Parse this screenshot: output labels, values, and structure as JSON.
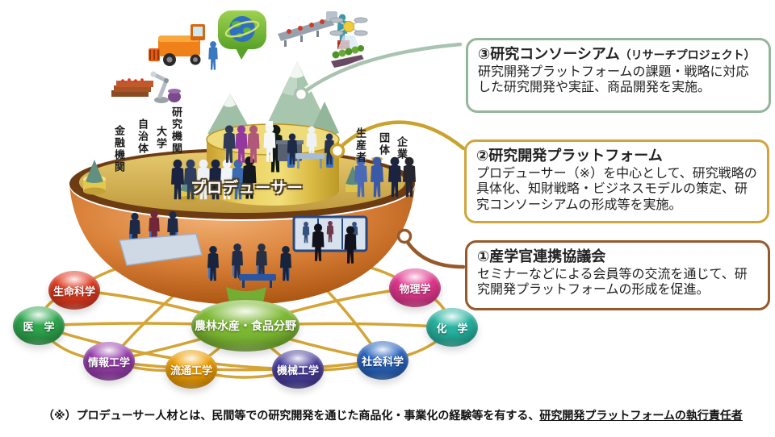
{
  "callouts": [
    {
      "number_title": "③研究コンソーシアム",
      "title_suffix": "（リサーチプロジェクト）",
      "body": "研究開発プラットフォームの課題・戦略に対応した研究開発や実証、商品開発を実施。",
      "border_color": "#94b69c"
    },
    {
      "number_title": "②研究開発プラットフォーム",
      "title_suffix": "",
      "body": "プロデューサー（※）を中心として、研究戦略の具体化、知財戦略・ビジネスモデルの策定、研究コンソーシアムの形成等を実施。",
      "border_color": "#cfa63c"
    },
    {
      "number_title": "①産学官連携協議会",
      "title_suffix": "",
      "body": "セミナーなどによる会員等の交流を通じて、研究開発プラットフォームの形成を促進。",
      "border_color": "#96592c"
    }
  ],
  "actors": {
    "left": [
      "金融機関",
      "自治体",
      "大学",
      "研究機関"
    ],
    "right": [
      "生産者",
      "団体",
      "企業"
    ]
  },
  "producer_label": "プロデューサー",
  "fields": {
    "center": {
      "label": "農林水産・食品分野",
      "color": "#7cb832"
    },
    "satellites": [
      {
        "label": "生命科学",
        "color": "#e23a20"
      },
      {
        "label": "医　学",
        "color": "#2fa84f"
      },
      {
        "label": "情報工学",
        "color": "#993fae"
      },
      {
        "label": "流通工学",
        "color": "#f09e00"
      },
      {
        "label": "機械工学",
        "color": "#4a3f9e"
      },
      {
        "label": "社会科学",
        "color": "#2a65c0"
      },
      {
        "label": "化　学",
        "color": "#27b5a2"
      },
      {
        "label": "物理学",
        "color": "#e4388f"
      }
    ]
  },
  "footnote": {
    "text": "（※）プロデューサー人材とは、民間等での研究開発を通じた商品化・事業化の経験等を有する、",
    "underlined": "研究開発プラットフォームの執行責任者"
  },
  "icons": {
    "top": [
      "robot-arm",
      "harvester",
      "globe-speech-bubble",
      "food-processing-line",
      "drone",
      "seedling-planter"
    ],
    "scene": [
      "mountains",
      "platform-bowl",
      "platform-cylinder",
      "producer-figure",
      "meeting-groups",
      "video-wall"
    ]
  },
  "colors": {
    "network_line": "#d2a02c",
    "bowl": "#c96f24",
    "cylinder": "#e9cf5e"
  }
}
